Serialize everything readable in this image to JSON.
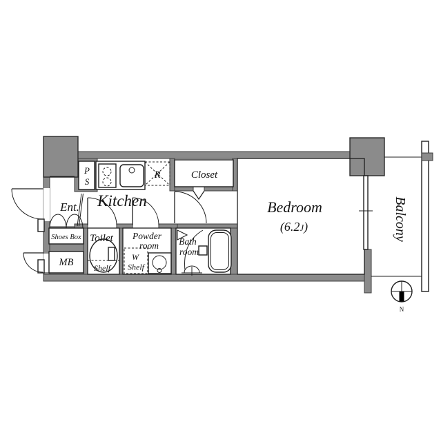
{
  "plan": {
    "labels": {
      "entrance": "Ent.",
      "shoes_box": "Shoes Box",
      "meter_box": "MB",
      "pipe_space_p": "P",
      "pipe_space_s": "S",
      "kitchen": "Kitchen",
      "refrigerator": "R",
      "closet": "Closet",
      "toilet": "Toilet",
      "toilet_shelf": "Shelf",
      "powder_room_1": "Powder",
      "powder_room_2": "room",
      "washer_shelf_1": "W",
      "washer_shelf_2": "Shelf",
      "bath_room_1": "Bath",
      "bath_room_2": "room",
      "bedroom": "Bedroom",
      "bedroom_area_open": "(6.2",
      "bedroom_area_unit": "J",
      "bedroom_area_close": ")",
      "balcony": "Balcony",
      "compass_north": "N"
    },
    "colors": {
      "wall_fill": "#8b8b8b",
      "line": "#1f1f1f",
      "background": "#ffffff"
    }
  }
}
